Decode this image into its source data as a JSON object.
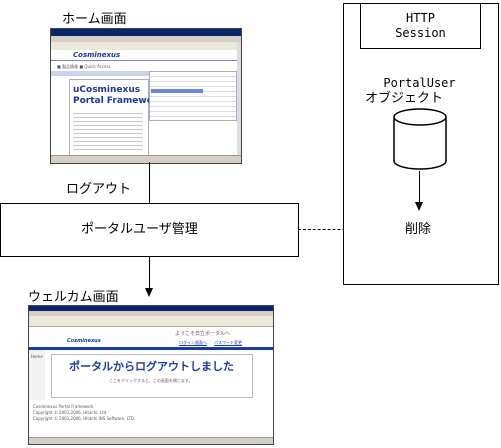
{
  "labels": {
    "home_screen": "ホーム画面",
    "logout": "ログアウト",
    "portal_user_mgmt": "ポータルユーザ管理",
    "welcome_screen": "ウェルカム画面",
    "delete": "削除",
    "http_session_line1": "HTTP",
    "http_session_line2": "Session",
    "portal_user_obj_line1": "PortalUser",
    "portal_user_obj_line2": "オブジェクト"
  },
  "home_shot": {
    "brand": "Cosminexus",
    "product_line1": "uCosminexus",
    "product_line2": "Portal Framework"
  },
  "welcome_shot": {
    "brand": "Cosminexus",
    "header_text": "ようこそ日立ポータルへ",
    "link1": "ログイン画面へ",
    "link2": "パスワード変更",
    "message": "ポータルからログアウトしました",
    "sub_message": "ここをクリックすると、この画面を閉じます。",
    "footer1": "Cosminexus Portal Framework",
    "footer2": "Copyright © 2001,2006, Hitachi, Ltd.",
    "footer3": "Copyright © 2001,2006, Hitachi INS Software, LTD."
  }
}
